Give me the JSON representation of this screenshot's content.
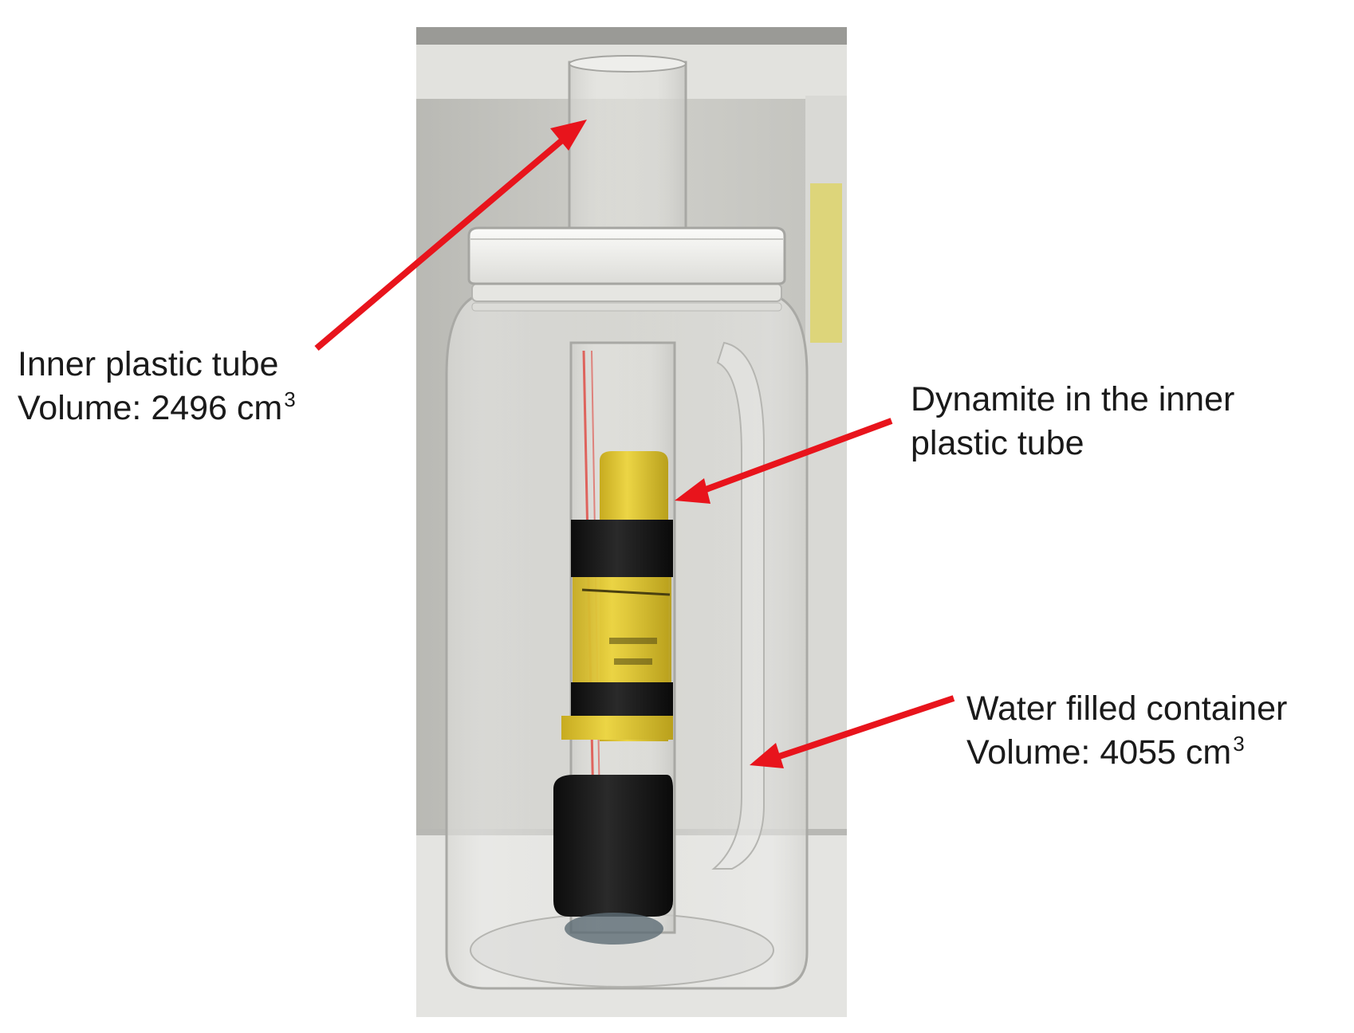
{
  "annotations": {
    "inner_tube": {
      "line1": "Inner plastic tube",
      "line2_prefix": "Volume: 2496 cm",
      "line2_sup": "3"
    },
    "dynamite": {
      "line1": "Dynamite in the inner",
      "line2": "plastic tube"
    },
    "water_container": {
      "line1": "Water filled container",
      "line2_prefix": "Volume: 4055 cm",
      "line2_sup": "3"
    }
  },
  "colors": {
    "arrow": "#e8141c",
    "text": "#1a1a1a",
    "dynamite_yellow": "#e9cf3b",
    "tape_black": "#141414",
    "lid_white": "#f4f4f2"
  }
}
